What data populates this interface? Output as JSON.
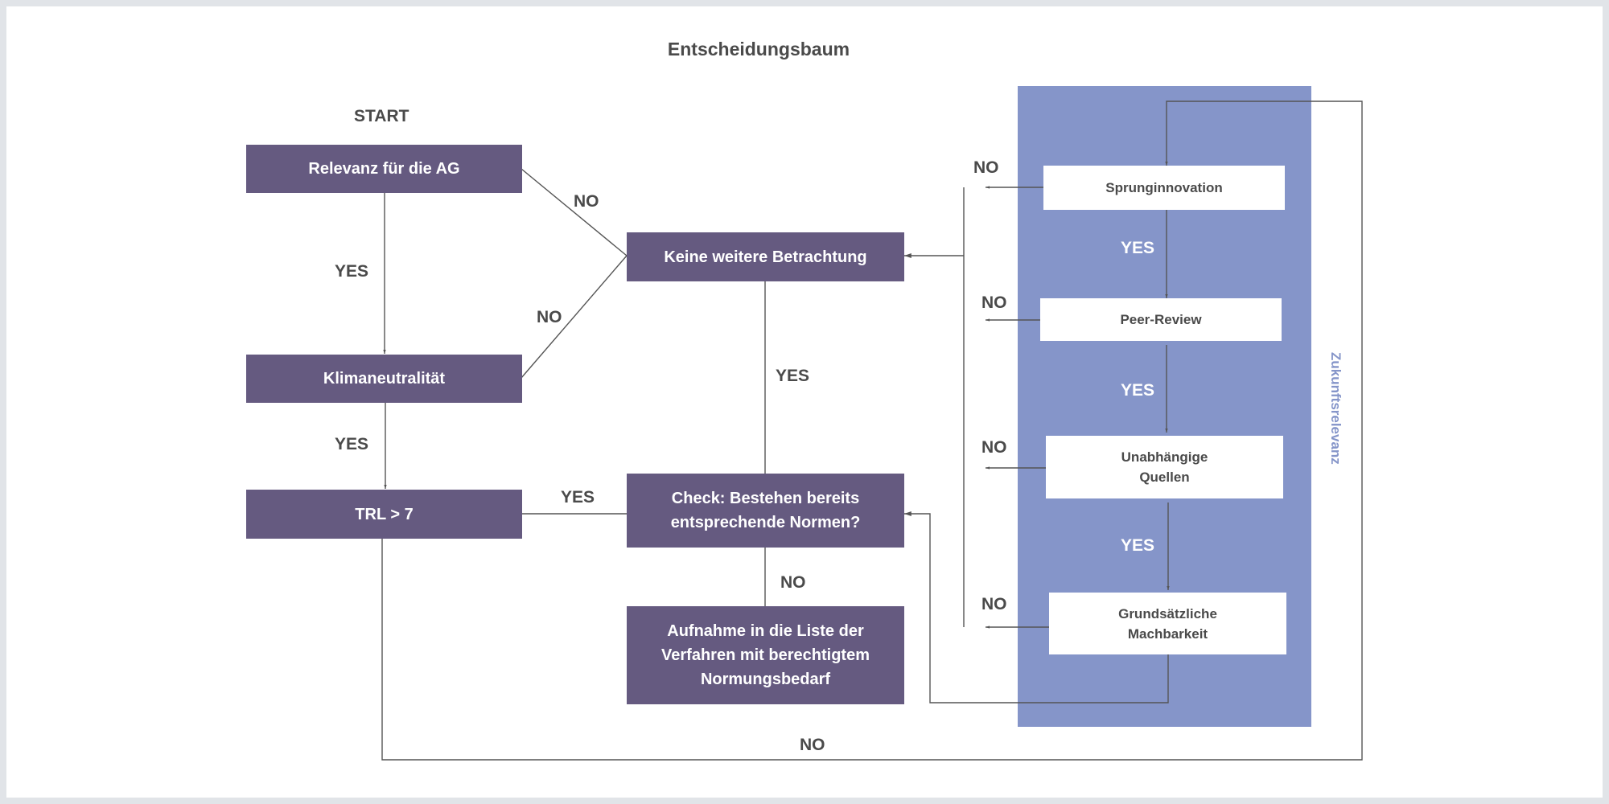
{
  "title": "Entscheidungsbaum",
  "start_label": "START",
  "nodes": {
    "relevanz": "Relevanz für die AG",
    "klima": "Klimaneutralität",
    "trl": "TRL > 7",
    "keine": "Keine weitere Betrachtung",
    "check": "Check: Bestehen bereits entsprechende Normen?",
    "aufnahme": "Aufnahme in die Liste der Verfahren mit berechtigtem Normungsbedarf",
    "sprung": "Sprunginnovation",
    "peer": "Peer-Review",
    "unabh": "Unabhängige Quellen",
    "grund": "Grundsätzliche Machbarkeit"
  },
  "panel_label": "Zukunftsrelevanz",
  "edges": {
    "relevanz_yes": "YES",
    "relevanz_no": "NO",
    "klima_yes": "YES",
    "klima_no": "NO",
    "trl_yes": "YES",
    "trl_no": "NO",
    "check_yes": "YES",
    "check_no": "NO",
    "sprung_no": "NO",
    "sprung_yes": "YES",
    "peer_no": "NO",
    "peer_yes": "YES",
    "unabh_no": "NO",
    "unabh_yes": "YES",
    "grund_no": "NO"
  },
  "colors": {
    "node_fill": "#655a80",
    "panel_fill": "#8595c9",
    "line": "#555555",
    "text": "#4a4a4a"
  }
}
